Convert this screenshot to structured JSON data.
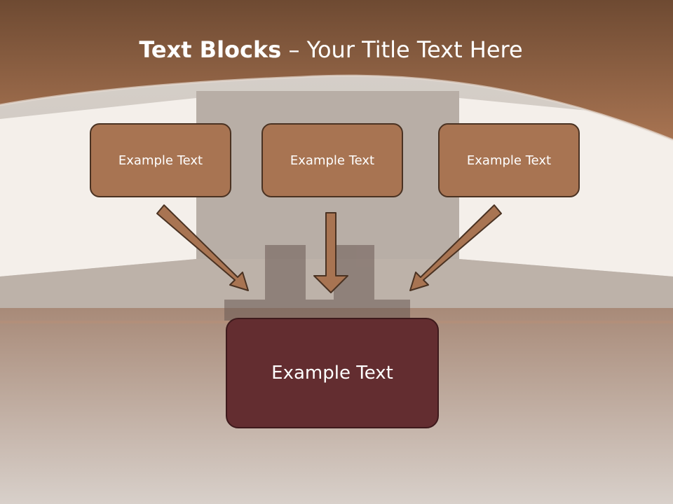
{
  "title": {
    "bold_part": "Text Blocks",
    "separator": " – ",
    "rest": "Your Title Text Here"
  },
  "blocks": [
    {
      "label": "Example Text"
    },
    {
      "label": "Example Text"
    },
    {
      "label": "Example Text"
    }
  ],
  "target": {
    "label": "Example Text"
  },
  "colors": {
    "header_brown": "#8c5c3e",
    "block_fill": "#a87452",
    "target_fill": "#632d30",
    "arrow_fill": "#a87452"
  }
}
